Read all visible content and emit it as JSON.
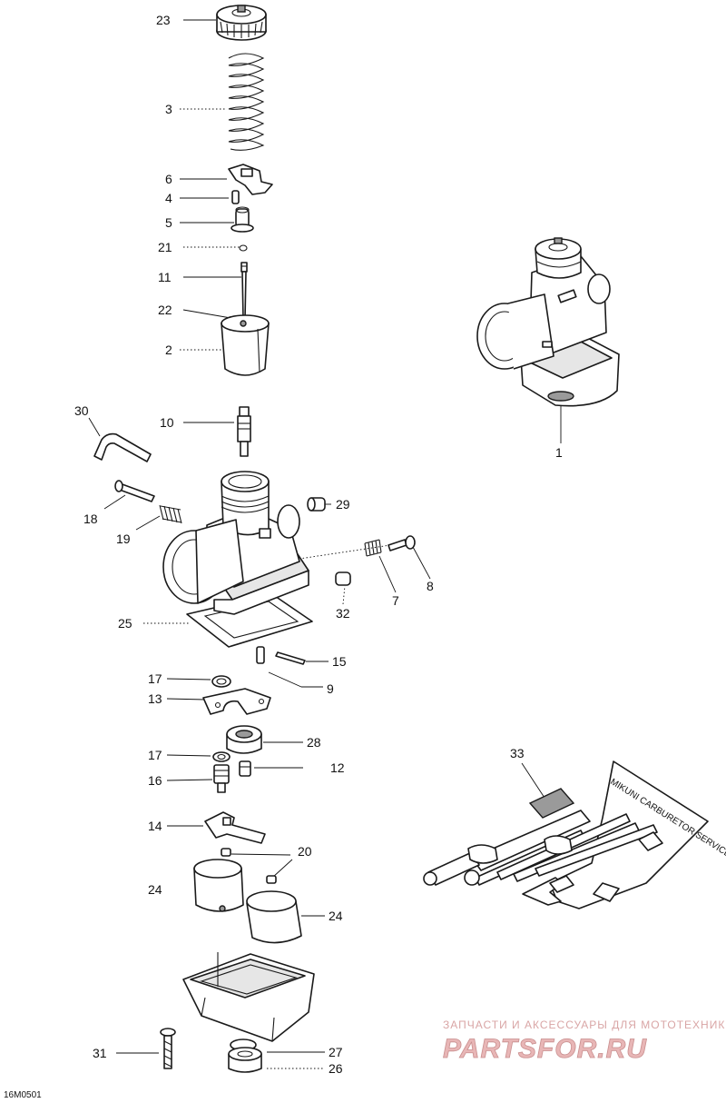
{
  "callouts": [
    {
      "id": "23",
      "text": "23"
    },
    {
      "id": "3",
      "text": "3"
    },
    {
      "id": "6",
      "text": "6"
    },
    {
      "id": "4",
      "text": "4"
    },
    {
      "id": "5",
      "text": "5"
    },
    {
      "id": "21",
      "text": "21"
    },
    {
      "id": "11",
      "text": "11"
    },
    {
      "id": "22",
      "text": "22"
    },
    {
      "id": "2",
      "text": "2"
    },
    {
      "id": "1",
      "text": "1"
    },
    {
      "id": "30",
      "text": "30"
    },
    {
      "id": "10",
      "text": "10"
    },
    {
      "id": "29",
      "text": "29"
    },
    {
      "id": "18",
      "text": "18"
    },
    {
      "id": "19",
      "text": "19"
    },
    {
      "id": "7",
      "text": "7"
    },
    {
      "id": "8",
      "text": "8"
    },
    {
      "id": "32",
      "text": "32"
    },
    {
      "id": "25",
      "text": "25"
    },
    {
      "id": "15",
      "text": "15"
    },
    {
      "id": "9",
      "text": "9"
    },
    {
      "id": "17a",
      "text": "17"
    },
    {
      "id": "13",
      "text": "13"
    },
    {
      "id": "28",
      "text": "28"
    },
    {
      "id": "17b",
      "text": "17"
    },
    {
      "id": "12",
      "text": "12"
    },
    {
      "id": "16",
      "text": "16"
    },
    {
      "id": "33",
      "text": "33"
    },
    {
      "id": "14",
      "text": "14"
    },
    {
      "id": "20",
      "text": "20"
    },
    {
      "id": "24a",
      "text": "24"
    },
    {
      "id": "24b",
      "text": "24"
    },
    {
      "id": "31",
      "text": "31"
    },
    {
      "id": "27",
      "text": "27"
    },
    {
      "id": "26",
      "text": "26"
    }
  ],
  "figure_code": "16M0501",
  "toolkit_print": "MIKUNI CARBURETOR SERVICE TOOLS",
  "watermark": {
    "tagline": "ЗАПЧАСТИ И АКСЕССУАРЫ ДЛЯ МОТОТЕХНИКИ",
    "logo": "PARTSFOR.RU"
  }
}
